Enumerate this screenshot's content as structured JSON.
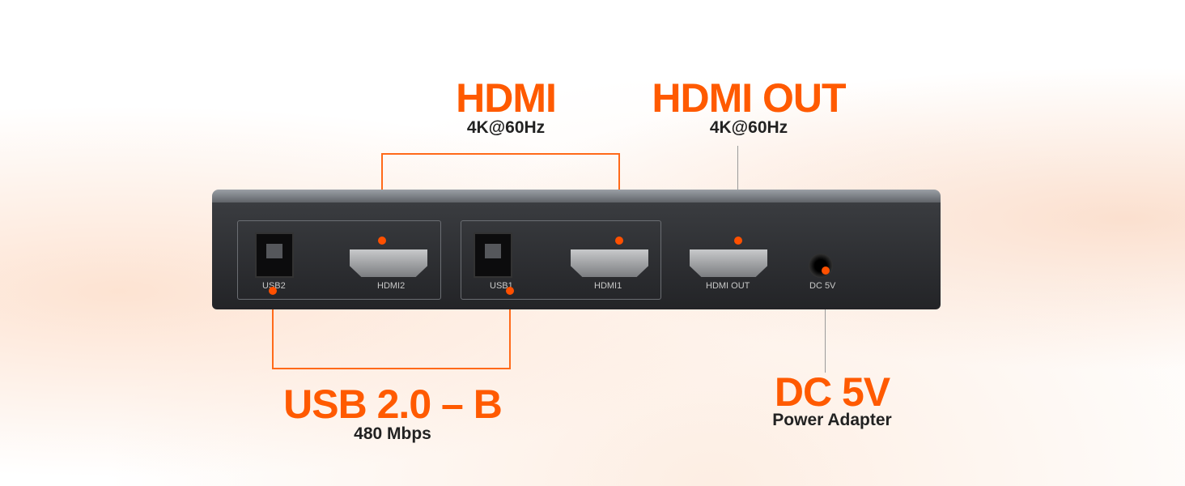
{
  "callouts": {
    "hdmi_in": {
      "title": "HDMI",
      "sub": "4K@60Hz"
    },
    "hdmi_out": {
      "title": "HDMI OUT",
      "sub": "4K@60Hz"
    },
    "usb": {
      "title": "USB 2.0 – B",
      "sub": "480 Mbps"
    },
    "dc": {
      "title": "DC 5V",
      "sub": "Power Adapter"
    }
  },
  "ports": {
    "usb2": "USB2",
    "hdmi2": "HDMI2",
    "usb1": "USB1",
    "hdmi1": "HDMI1",
    "hdmi_out": "HDMI OUT",
    "dc": "DC 5V"
  },
  "colors": {
    "accent": "#ff5a00"
  }
}
